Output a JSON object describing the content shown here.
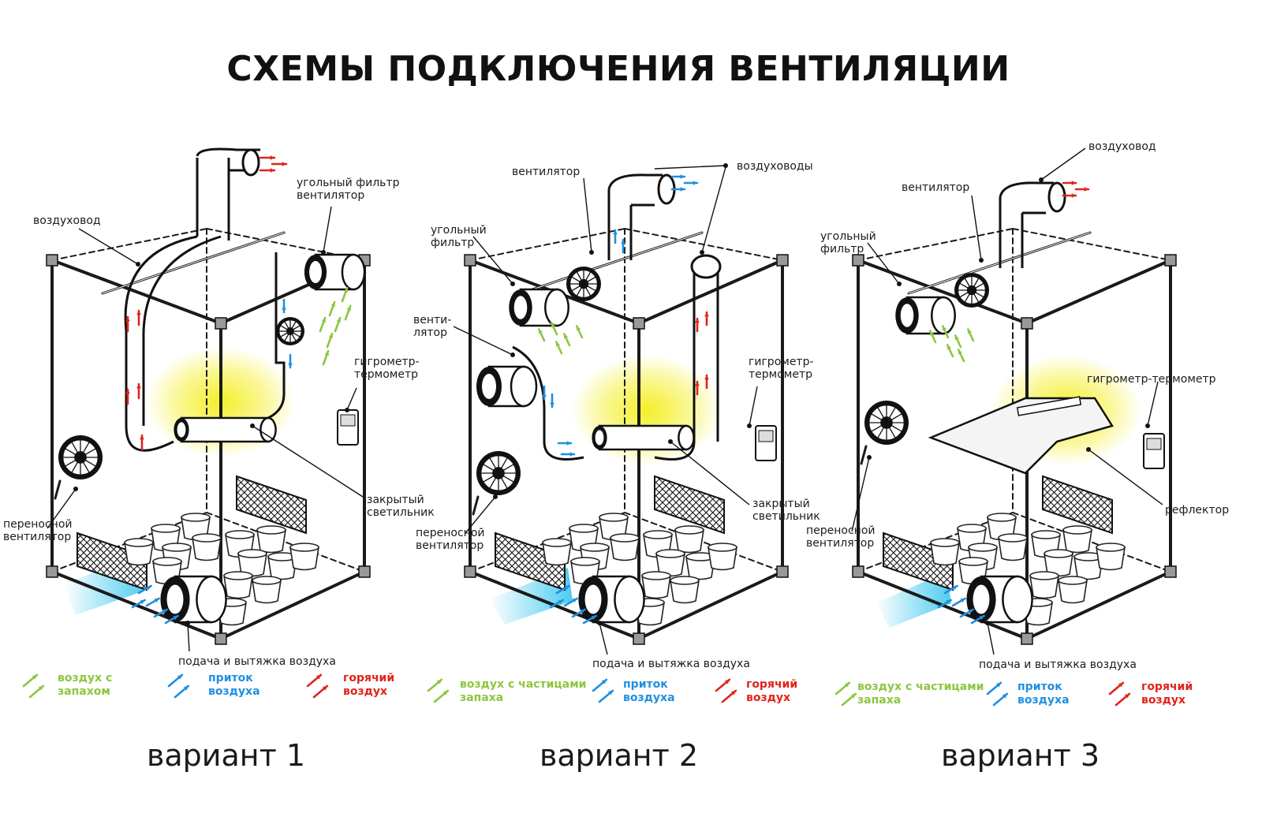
{
  "title": "СХЕМЫ ПОДКЛЮЧЕНИЯ ВЕНТИЛЯЦИИ",
  "colors": {
    "green": "#8cc63f",
    "blue": "#1f8fe0",
    "red": "#e0241b",
    "light_glow": "#f4ee1e",
    "intake_glow": "#38c6ee",
    "frame": "#1a1a1a"
  },
  "diagrams": [
    {
      "variant": "вариант 1",
      "labels": {
        "filter_fan": "угольный фильтр\nвентилятор",
        "duct": "воздуховод",
        "hygrometer": "гигрометр-\nтермометр",
        "closed_lamp": "закрытый\nсветильник",
        "portable_fan": "переносной\nвентилятор",
        "supply_exhaust": "подача и  вытяжка воздуха"
      },
      "legend": {
        "green": "воздух с\nзапахом",
        "blue": "приток\nвоздуха",
        "red": "горячий\nвоздух"
      }
    },
    {
      "variant": "вариант 2",
      "labels": {
        "fan": "вентилятор",
        "ducts": "воздуховоды",
        "carbon_filter": "угольный\nфильтр",
        "fan_split": "венти-\nлятор",
        "hygrometer": "гигрометр-\nтермометр",
        "closed_lamp": "закрытый\nсветильник",
        "portable_fan": "переносной\nвентилятор",
        "supply_exhaust": "подача и  вытяжка воздуха"
      },
      "legend": {
        "green": "воздух с частицами\nзапаха",
        "blue": "приток\nвоздуха",
        "red": "горячий\nвоздух"
      }
    },
    {
      "variant": "вариант 3",
      "labels": {
        "duct": "воздуховод",
        "fan": "вентилятор",
        "carbon_filter": "угольный\nфильтр",
        "hygrometer": "гигрометр-термометр",
        "reflector": "рефлектор",
        "portable_fan": "переносной\nвентилятор",
        "supply_exhaust": "подача и  вытяжка воздуха"
      },
      "legend": {
        "green": "воздух с частицами\nзапаха",
        "blue": "приток\nвоздуха",
        "red": "горячий\nвоздух"
      }
    }
  ]
}
